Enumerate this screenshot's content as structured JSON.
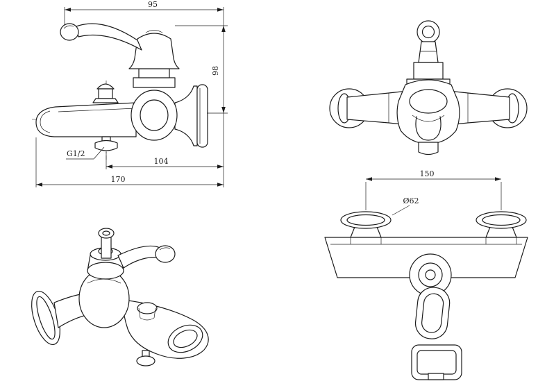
{
  "labels": {
    "dim_95": "95",
    "dim_98": "98",
    "thread": "G1/2",
    "dim_104": "104",
    "dim_170": "170",
    "dim_150": "150",
    "dia_62": "Ø62"
  },
  "colors": {
    "line": "#1c1c1c",
    "background": "#ffffff"
  }
}
